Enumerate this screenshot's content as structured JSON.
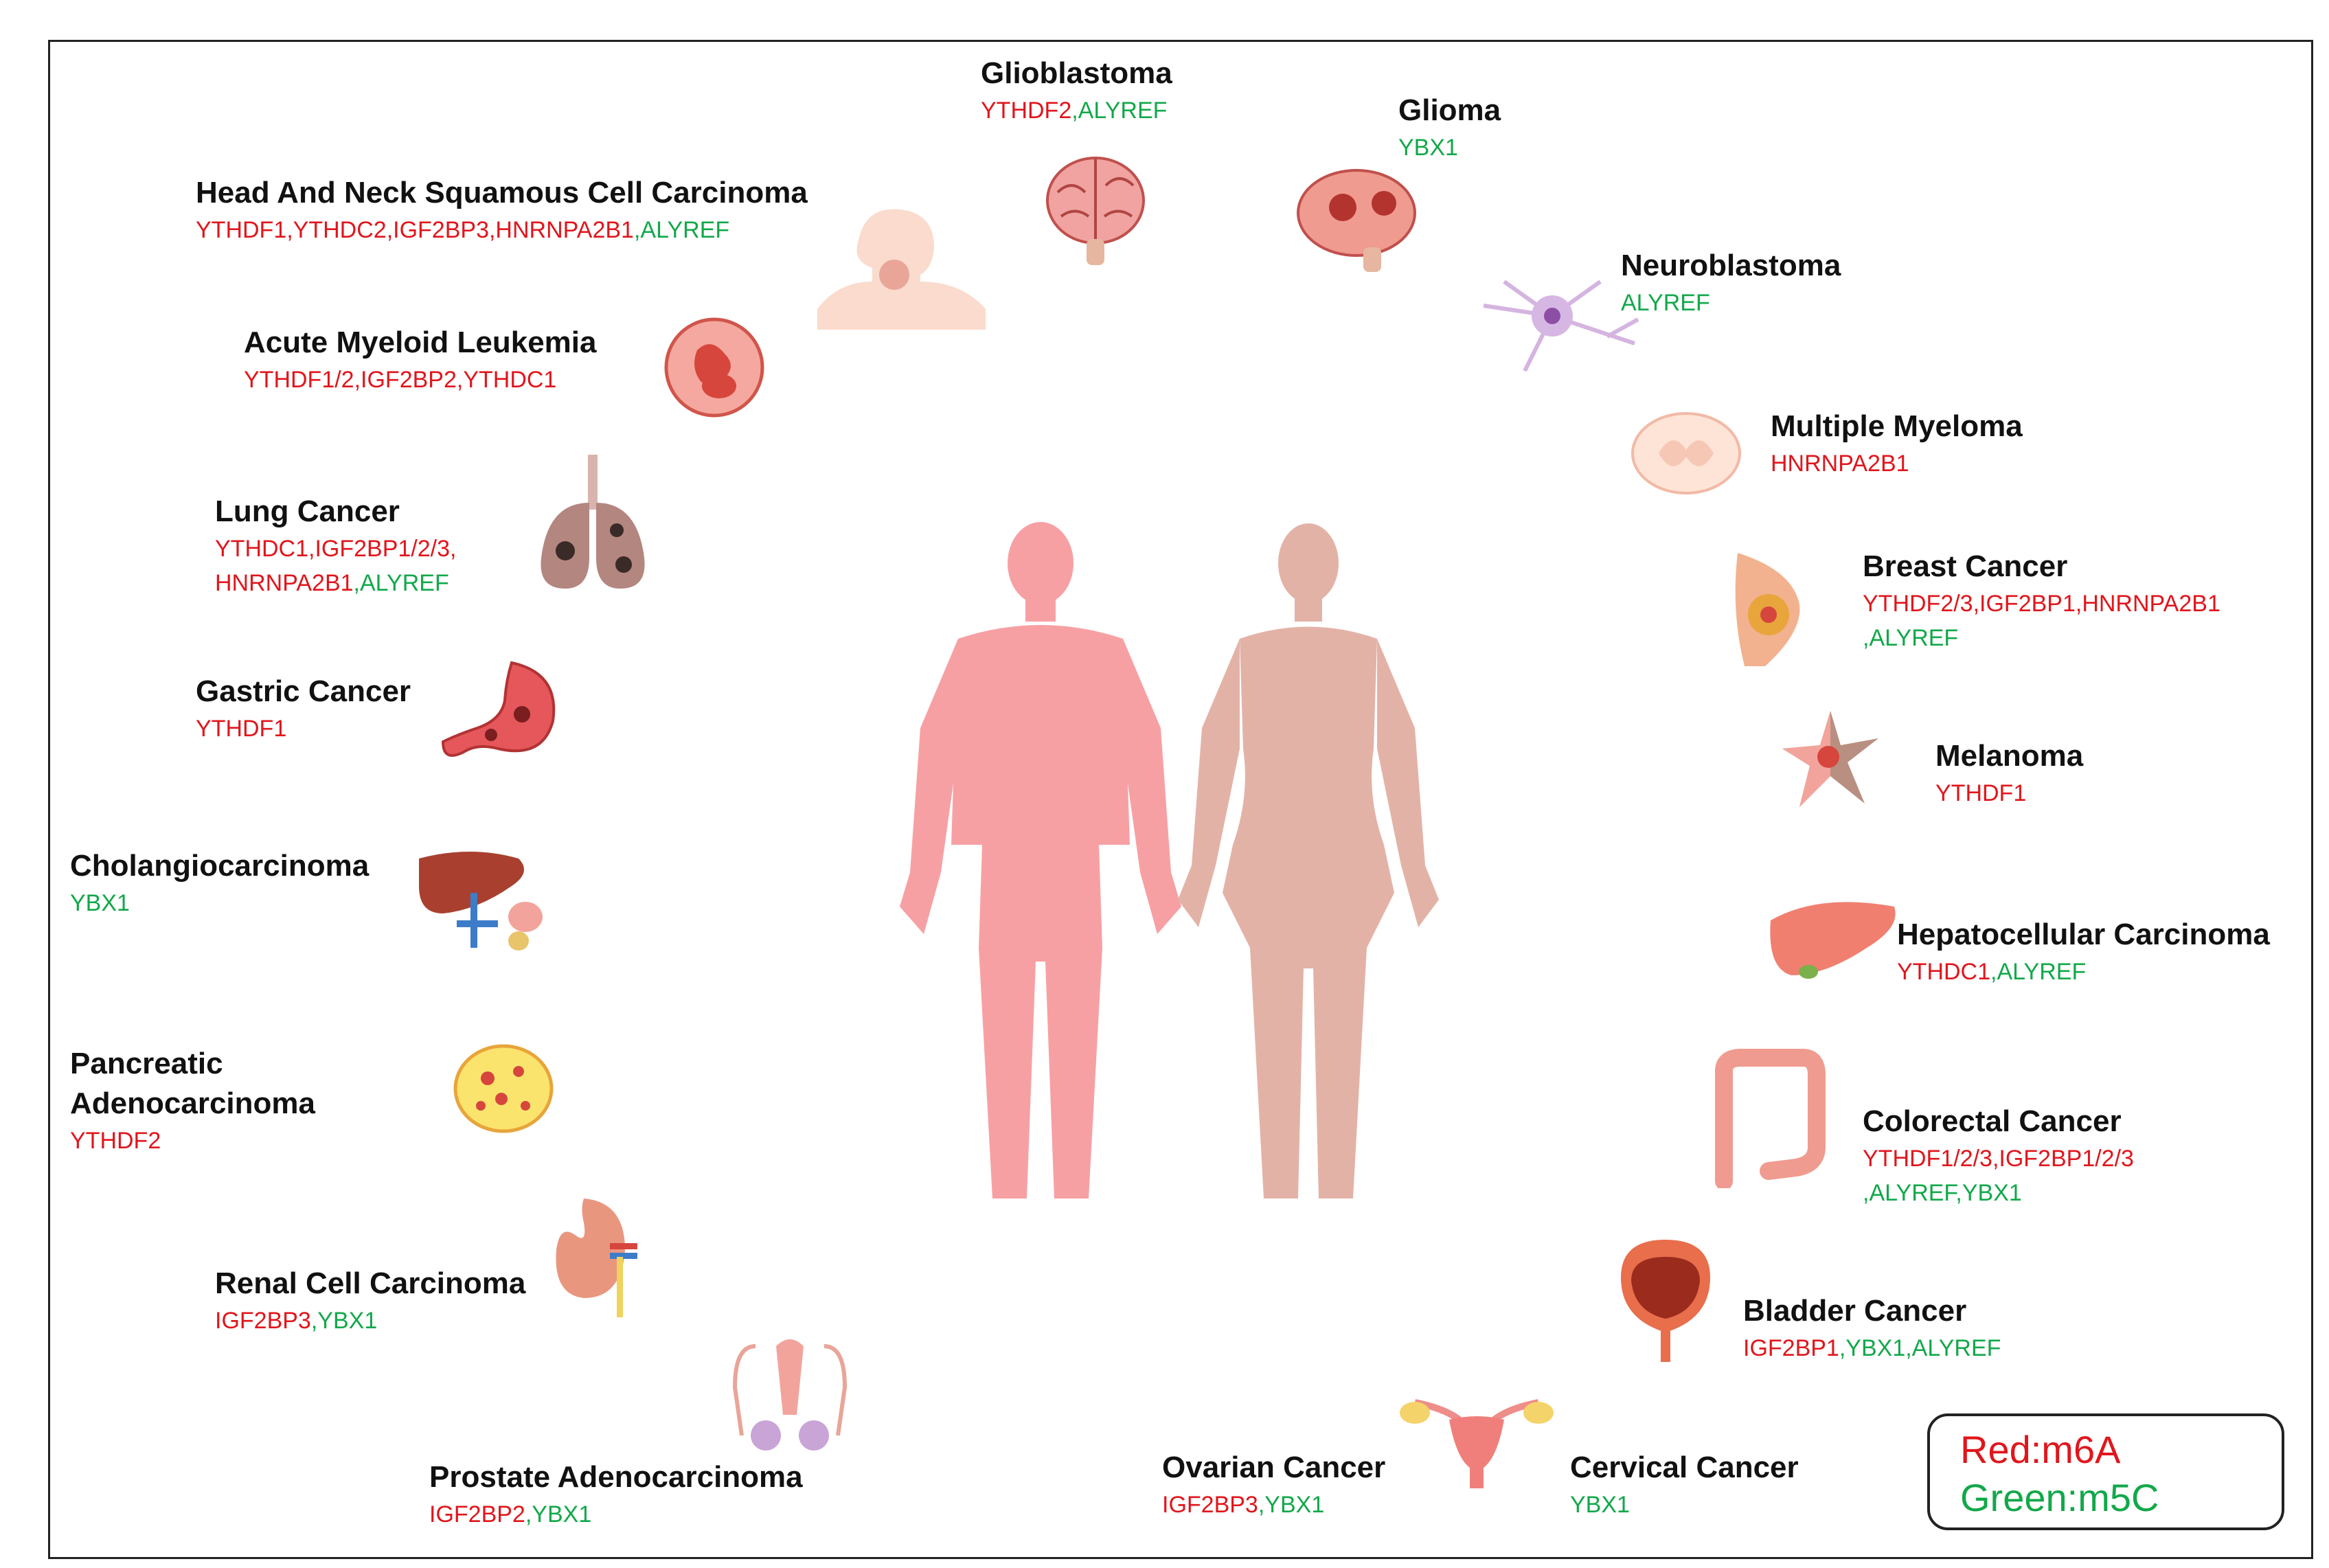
{
  "legend": {
    "red": "Red:m6A",
    "green": "Green:m5C"
  },
  "colors": {
    "m6A": "#e0161c",
    "m5C": "#12a84a",
    "male_body": "#f7a0a4",
    "female_body": "#e3b2a7"
  },
  "cancers": [
    {
      "id": "glioblastoma",
      "title": "Glioblastoma",
      "organ": "brain-icon",
      "lines": [
        [
          {
            "t": "YTHDF2",
            "c": "r"
          },
          {
            "t": ",ALYREF",
            "c": "g"
          }
        ]
      ]
    },
    {
      "id": "glioma",
      "title": "Glioma",
      "organ": "brain-tumor-icon",
      "lines": [
        [
          {
            "t": "YBX1",
            "c": "g"
          }
        ]
      ]
    },
    {
      "id": "hnscc",
      "title": "Head And Neck Squamous Cell Carcinoma",
      "organ": "head-neck-icon",
      "lines": [
        [
          {
            "t": "YTHDF1,YTHDC2,IGF2BP3,HNRNPA2B1",
            "c": "r"
          },
          {
            "t": ",ALYREF",
            "c": "g"
          }
        ]
      ]
    },
    {
      "id": "neuroblastoma",
      "title": "Neuroblastoma",
      "organ": "neuron-icon",
      "lines": [
        [
          {
            "t": "ALYREF",
            "c": "g"
          }
        ]
      ]
    },
    {
      "id": "aml",
      "title": "Acute Myeloid Leukemia",
      "organ": "blood-cell-icon",
      "lines": [
        [
          {
            "t": "YTHDF1/2,IGF2BP2,YTHDC1",
            "c": "r"
          }
        ]
      ]
    },
    {
      "id": "multiple-myeloma",
      "title": "Multiple Myeloma",
      "organ": "spinal-cord-icon",
      "lines": [
        [
          {
            "t": "HNRNPA2B1",
            "c": "r"
          }
        ]
      ]
    },
    {
      "id": "lung",
      "title": "Lung Cancer",
      "organ": "lungs-icon",
      "lines": [
        [
          {
            "t": "YTHDC1,IGF2BP1/2/3,",
            "c": "r"
          }
        ],
        [
          {
            "t": "HNRNPA2B1",
            "c": "r"
          },
          {
            "t": ",ALYREF",
            "c": "g"
          }
        ]
      ]
    },
    {
      "id": "breast",
      "title": "Breast Cancer",
      "organ": "breast-icon",
      "lines": [
        [
          {
            "t": "YTHDF2/3,IGF2BP1,HNRNPA2B1",
            "c": "r"
          }
        ],
        [
          {
            "t": ",ALYREF",
            "c": "g"
          }
        ]
      ]
    },
    {
      "id": "gastric",
      "title": "Gastric Cancer",
      "organ": "stomach-icon",
      "lines": [
        [
          {
            "t": "YTHDF1",
            "c": "r"
          }
        ]
      ]
    },
    {
      "id": "melanoma",
      "title": "Melanoma",
      "organ": "melanocyte-icon",
      "lines": [
        [
          {
            "t": "YTHDF1",
            "c": "r"
          }
        ]
      ]
    },
    {
      "id": "cholangiocarcinoma",
      "title": "Cholangiocarcinoma",
      "organ": "liver-bile-duct-icon",
      "lines": [
        [
          {
            "t": "YBX1",
            "c": "g"
          }
        ]
      ]
    },
    {
      "id": "hcc",
      "title": "Hepatocellular Carcinoma",
      "organ": "liver-icon",
      "lines": [
        [
          {
            "t": "YTHDC1",
            "c": "r"
          },
          {
            "t": ",ALYREF",
            "c": "g"
          }
        ]
      ]
    },
    {
      "id": "pancreatic",
      "title": "Pancreatic",
      "title2": "Adenocarcinoma",
      "organ": "pancreas-tissue-icon",
      "lines": [
        [
          {
            "t": "YTHDF2",
            "c": "r"
          }
        ]
      ]
    },
    {
      "id": "colorectal",
      "title": "Colorectal Cancer",
      "organ": "colon-icon",
      "lines": [
        [
          {
            "t": "YTHDF1/2/3,IGF2BP1/2/3",
            "c": "r"
          }
        ],
        [
          {
            "t": ",ALYREF,YBX1",
            "c": "g"
          }
        ]
      ]
    },
    {
      "id": "renal",
      "title": "Renal Cell Carcinoma",
      "organ": "kidney-icon",
      "lines": [
        [
          {
            "t": "IGF2BP3",
            "c": "r"
          },
          {
            "t": ",YBX1",
            "c": "g"
          }
        ]
      ]
    },
    {
      "id": "bladder",
      "title": "Bladder Cancer",
      "organ": "bladder-icon",
      "lines": [
        [
          {
            "t": "IGF2BP1",
            "c": "r"
          },
          {
            "t": ",YBX1,ALYREF",
            "c": "g"
          }
        ]
      ]
    },
    {
      "id": "prostate",
      "title": "Prostate Adenocarcinoma",
      "organ": "male-reproductive-icon",
      "lines": [
        [
          {
            "t": "IGF2BP2",
            "c": "r"
          },
          {
            "t": ",YBX1",
            "c": "g"
          }
        ]
      ]
    },
    {
      "id": "ovarian",
      "title": "Ovarian Cancer",
      "organ": "uterus-icon",
      "lines": [
        [
          {
            "t": "IGF2BP3",
            "c": "r"
          },
          {
            "t": ",YBX1",
            "c": "g"
          }
        ]
      ]
    },
    {
      "id": "cervical",
      "title": "Cervical Cancer",
      "organ": "uterus-icon",
      "lines": [
        [
          {
            "t": "YBX1",
            "c": "g"
          }
        ]
      ]
    }
  ]
}
